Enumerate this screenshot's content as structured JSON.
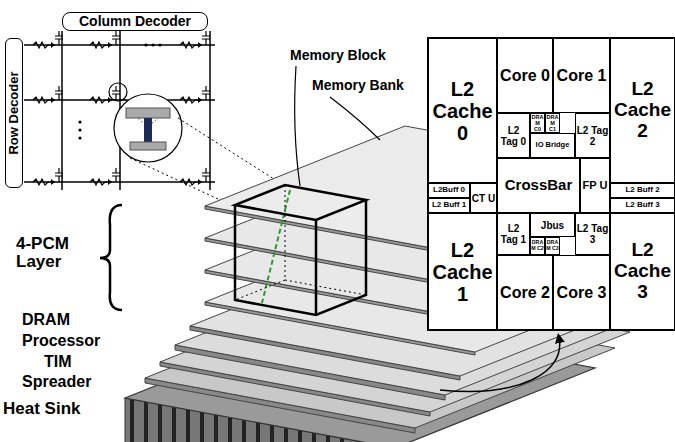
{
  "diagram": {
    "nodes": [
      {
        "text": [
          "Column Decoder"
        ]
      },
      {
        "text": [
          "Row Decoder"
        ]
      },
      {
        "text": [
          "L2 Cache 0"
        ]
      },
      {
        "text": [
          "Core 0"
        ]
      },
      {
        "text": [
          "Core 1"
        ]
      },
      {
        "text": [
          "L2 Cache 2"
        ]
      },
      {
        "text": [
          "L2 Tag 0"
        ]
      },
      {
        "text": [
          "DRA M C0"
        ]
      },
      {
        "text": [
          "DRA M C1"
        ]
      },
      {
        "text": [
          "IO Bridge"
        ]
      },
      {
        "text": [
          "L2 Tag 2"
        ]
      },
      {
        "text": [
          "L2Buff 0"
        ]
      },
      {
        "text": [
          "L2 Buff 1"
        ]
      },
      {
        "text": [
          "CT U"
        ]
      },
      {
        "text": [
          "CrossBar"
        ]
      },
      {
        "text": [
          "FP U"
        ]
      },
      {
        "text": [
          "L2 Buff 2"
        ]
      },
      {
        "text": [
          "L2 Buff 3"
        ]
      },
      {
        "text": [
          "L2 Tag 1"
        ]
      },
      {
        "text": [
          "Jbus"
        ]
      },
      {
        "text": [
          "DRA M C2"
        ]
      },
      {
        "text": [
          "DRA M C3"
        ]
      },
      {
        "text": [
          "L2 Tag 3"
        ]
      },
      {
        "text": [
          "L2 Cache 1"
        ]
      },
      {
        "text": [
          "Core 2"
        ]
      },
      {
        "text": [
          "Core 3"
        ]
      },
      {
        "text": [
          "L2 Cache 3"
        ]
      }
    ],
    "labels": [
      "Memory Block",
      "Memory Bank",
      "4-PCM Layer",
      "DRAM",
      "Processor",
      "TIM",
      "Spreader",
      "Heat Sink"
    ]
  }
}
